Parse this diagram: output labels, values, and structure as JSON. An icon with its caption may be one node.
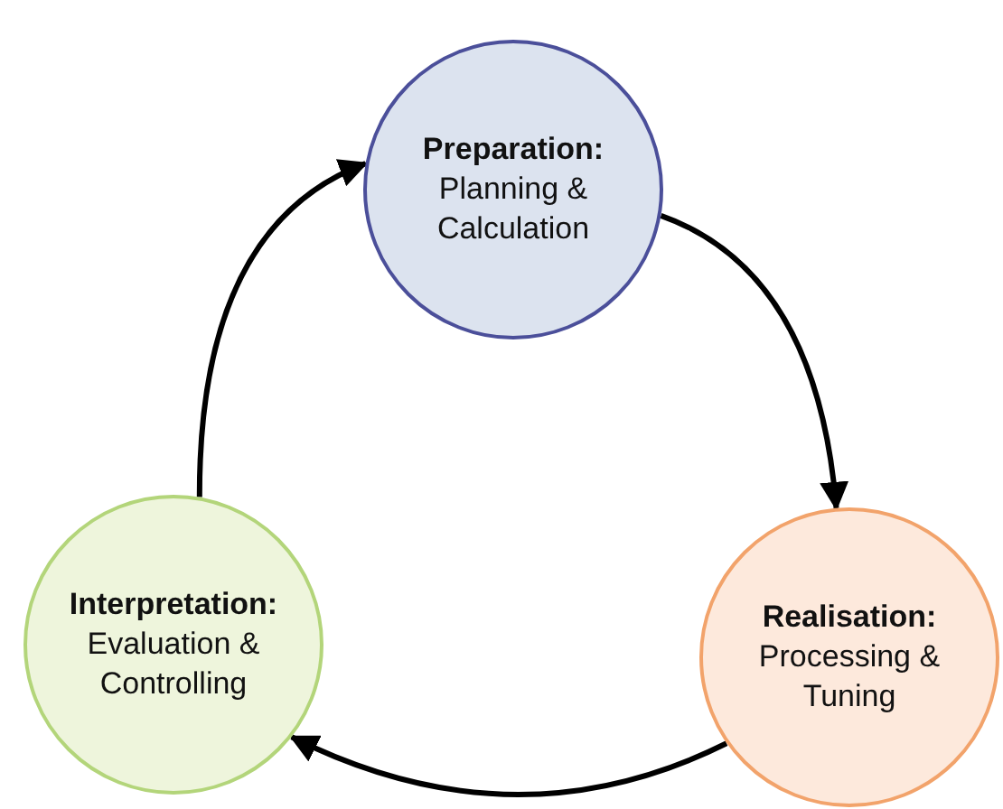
{
  "diagram": {
    "nodes": [
      {
        "text": [
          "Preparation:",
          "Planning & Calculation"
        ]
      },
      {
        "text": [
          "Interpretation:",
          "Evaluation & Controlling"
        ]
      },
      {
        "text": [
          "Realisation:",
          "Processing & Tuning"
        ]
      }
    ],
    "edges": [
      {
        "from": 0,
        "to": 2,
        "arrow": "to"
      },
      {
        "from": 2,
        "to": 1,
        "arrow": "to"
      },
      {
        "from": 1,
        "to": 0,
        "arrow": "to"
      }
    ]
  }
}
